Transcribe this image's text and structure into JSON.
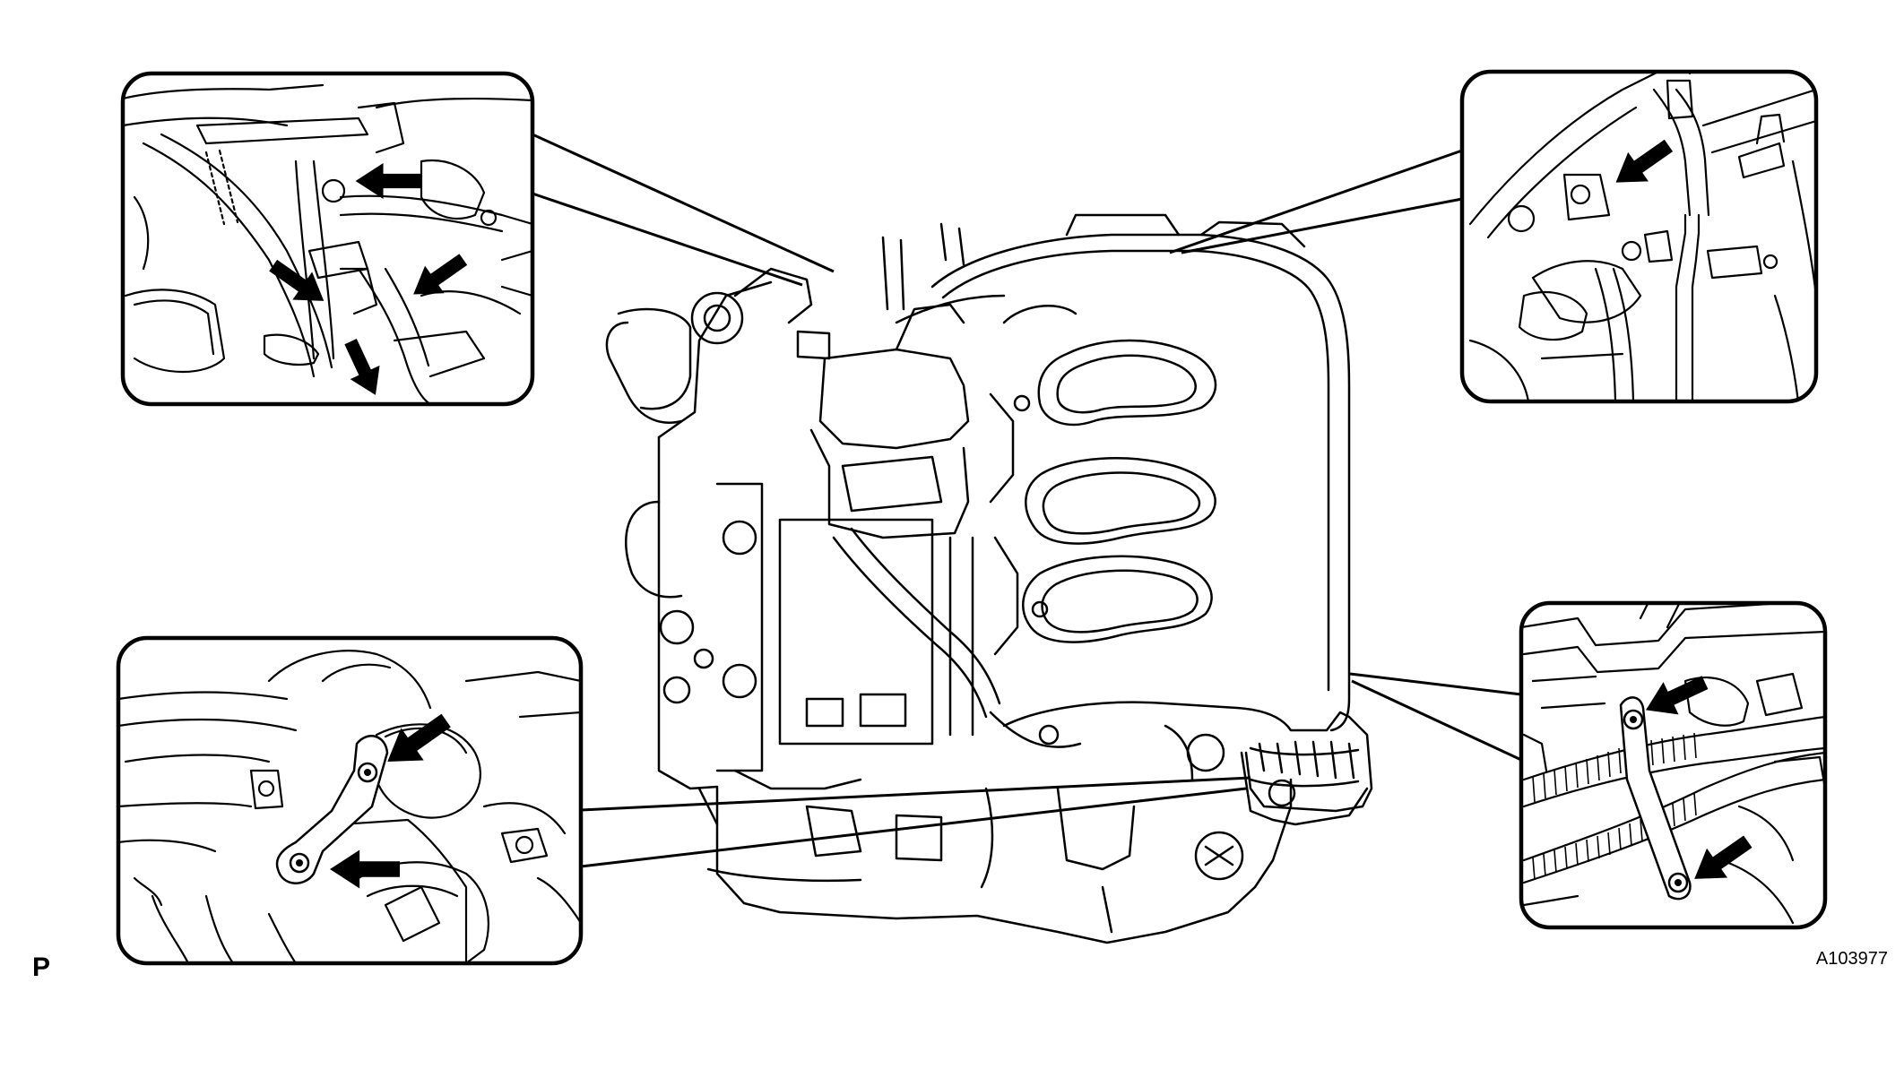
{
  "labels": {
    "view_letter": "P",
    "figure_id": "A103977"
  },
  "callouts": {
    "top_left": {
      "arrow_count": 4
    },
    "top_right": {
      "arrow_count": 1
    },
    "bottom_left": {
      "arrow_count": 2
    },
    "bottom_right": {
      "arrow_count": 2
    }
  },
  "colors": {
    "line": "#000000",
    "background": "#ffffff"
  }
}
